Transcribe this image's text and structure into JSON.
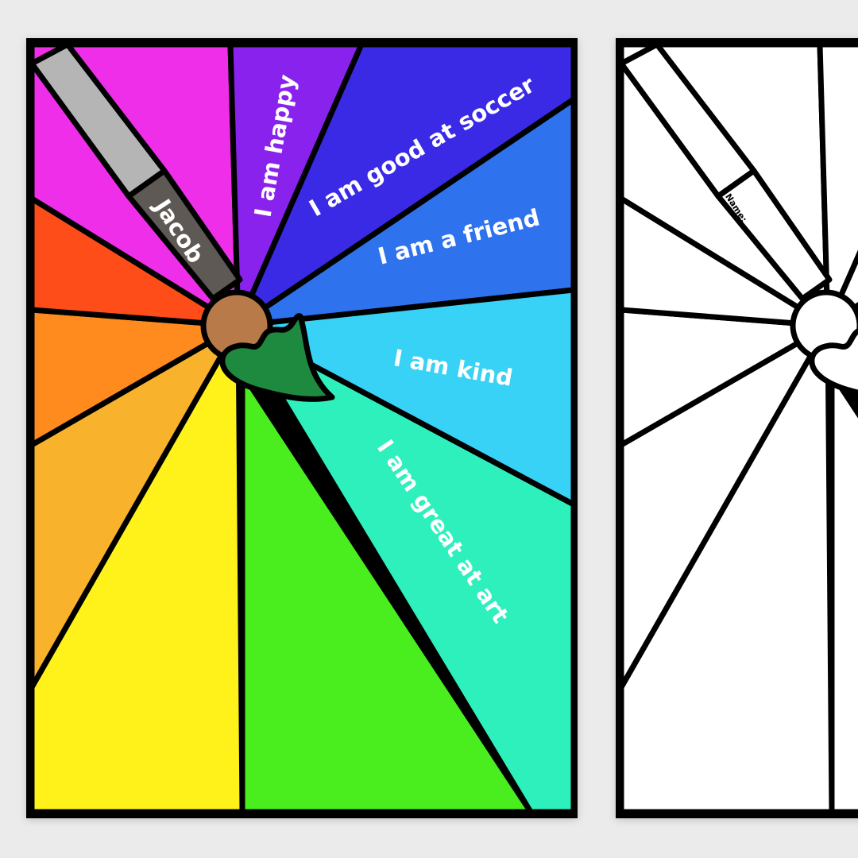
{
  "colored_page": {
    "name": "Jacob",
    "affirmations": [
      "I am happy",
      "I am good at soccer",
      "I am a friend",
      "I am kind",
      "I am great at art"
    ]
  },
  "blank_page": {
    "name_label": "Name:"
  },
  "colors": {
    "background": "#ebebeb",
    "outline": "#000000",
    "magenta": "#ee2ee8",
    "purple": "#8a22ee",
    "indigo": "#3a2ae6",
    "blue": "#2f72ee",
    "cyan": "#38d2f6",
    "teal": "#2ef0bd",
    "green": "#4aee1e",
    "yellow": "#fff11a",
    "amber": "#f8b22c",
    "orange": "#ff8a1e",
    "red": "#ff4d1a",
    "handle": "#b5b5b5",
    "ferrule": "#5f5955",
    "brush_wood": "#b97a4a",
    "brush_paint": "#1e8a40"
  }
}
